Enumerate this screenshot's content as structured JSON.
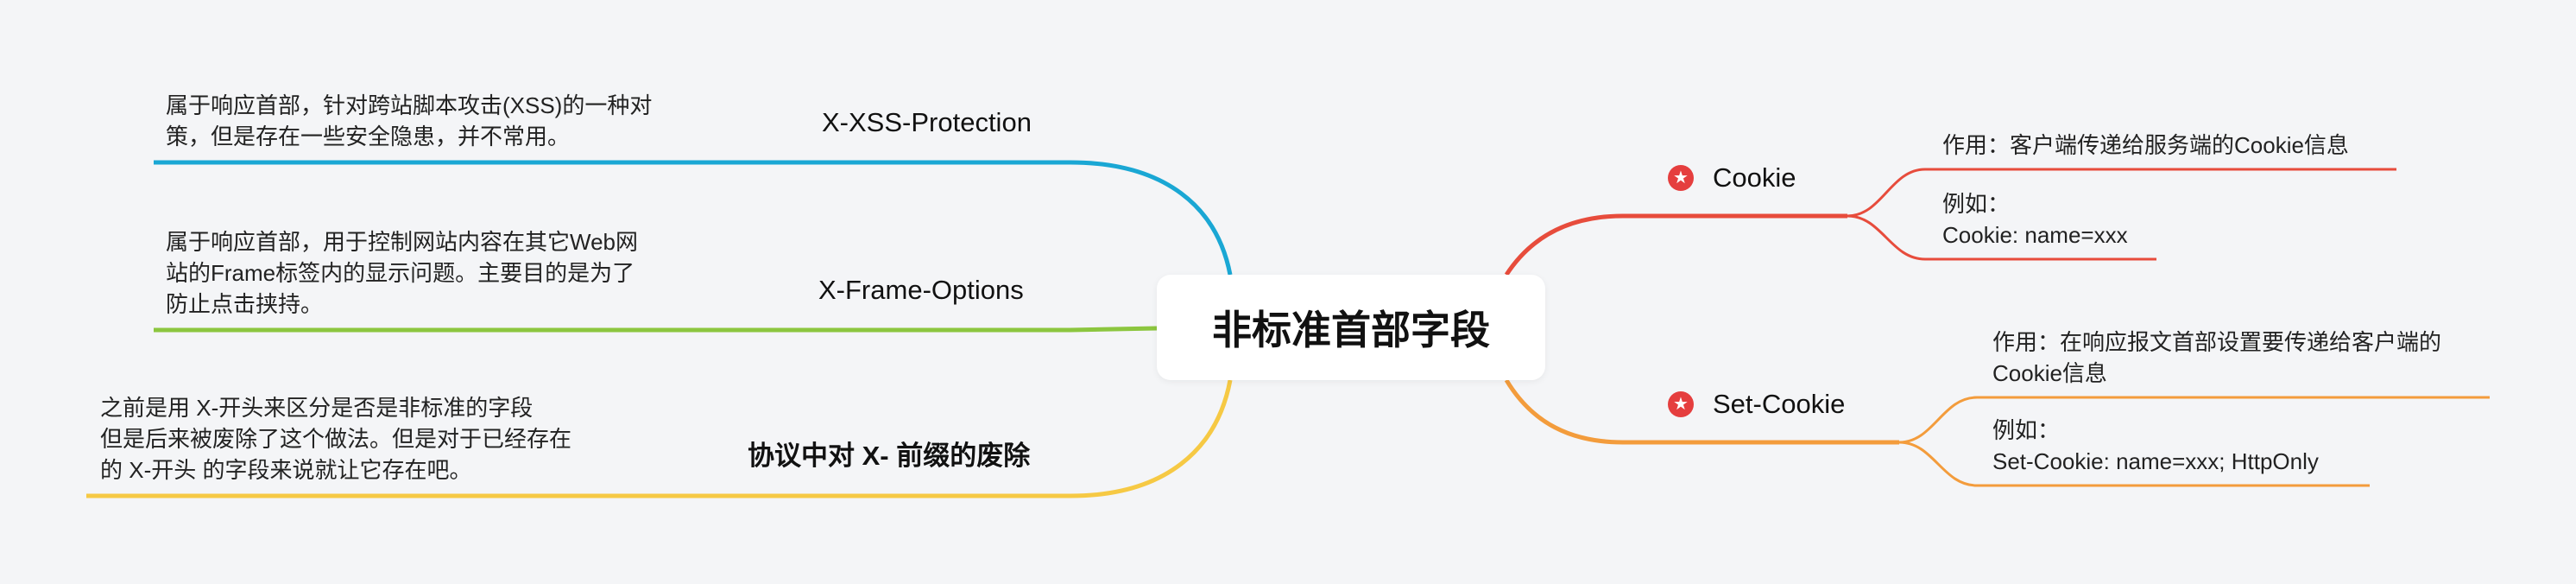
{
  "center": {
    "title": "非标准首部字段"
  },
  "left_branches": [
    {
      "label": "X-XSS-Protection",
      "color": "#1aa7d4",
      "note_lines": [
        "属于响应首部，针对跨站脚本攻击(XSS)的一种对",
        "策，但是存在一些安全隐患，并不常用。"
      ]
    },
    {
      "label": "X-Frame-Options",
      "color": "#8cc63f",
      "note_lines": [
        "属于响应首部，用于控制网站内容在其它Web网",
        "站的Frame标签内的显示问题。主要目的是为了",
        "防止点击挟持。"
      ]
    },
    {
      "label": "协议中对 X- 前缀的废除",
      "color": "#f6c944",
      "note_lines": [
        "之前是用 X-开头来区分是否是非标准的字段",
        "但是后来被废除了这个做法。但是对于已经存在",
        "的 X-开头 的字段来说就让它存在吧。"
      ]
    }
  ],
  "right_branches": [
    {
      "label": "Cookie",
      "icon": "star-icon",
      "color": "#e74c3c",
      "children": [
        {
          "lines": [
            "作用：客户端传递给服务端的Cookie信息"
          ]
        },
        {
          "lines": [
            "例如：",
            "Cookie: name=xxx"
          ]
        }
      ]
    },
    {
      "label": "Set-Cookie",
      "icon": "star-icon",
      "color": "#f39c3c",
      "children": [
        {
          "lines": [
            "作用：在响应报文首部设置要传递给客户端的",
            "Cookie信息"
          ]
        },
        {
          "lines": [
            "例如：",
            "Set-Cookie: name=xxx; HttpOnly"
          ]
        }
      ]
    }
  ]
}
